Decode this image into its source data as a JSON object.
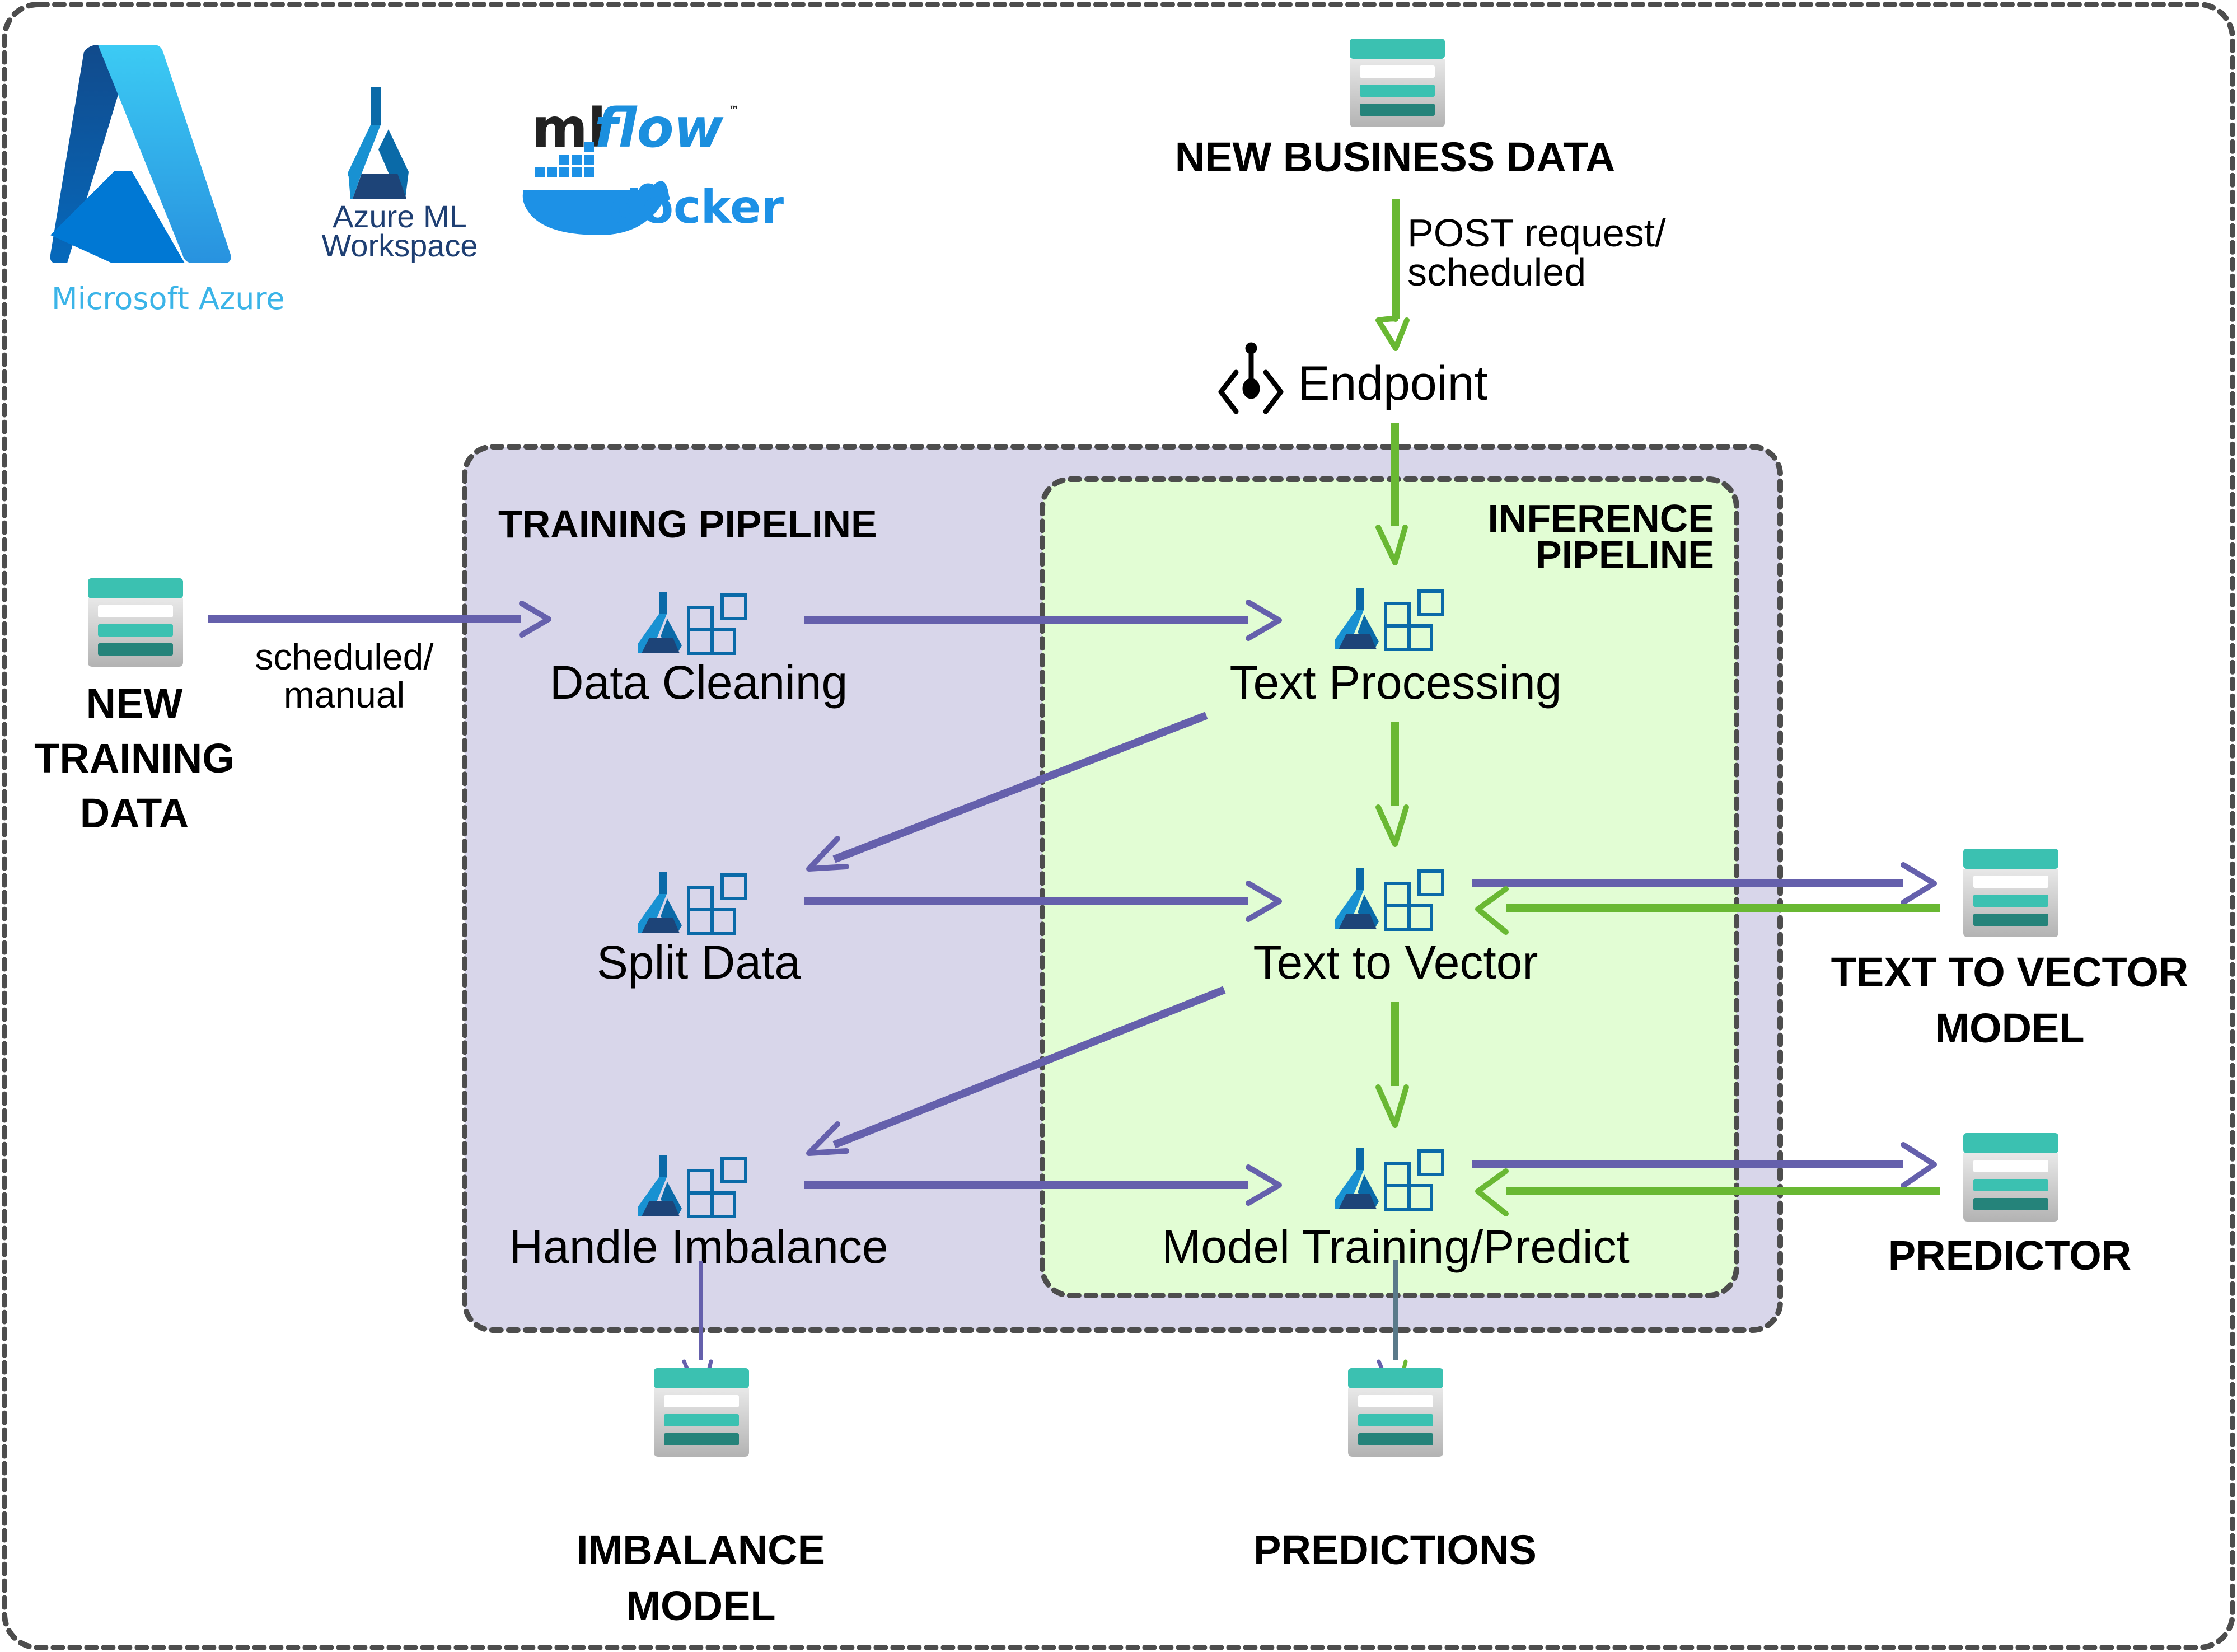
{
  "logos": {
    "microsoft_azure": "Microsoft Azure",
    "azure_ml_line1": "Azure ML",
    "azure_ml_line2": "Workspace",
    "mlflow_ml": "ml",
    "mlflow_flow": "flow",
    "mlflow_tm": "™",
    "docker": "docker"
  },
  "sources": {
    "new_business_data": "NEW BUSINESS DATA",
    "new_training_data": [
      "NEW",
      "TRAINING",
      "DATA"
    ]
  },
  "edge_labels": {
    "business_to_endpoint": [
      "POST request/",
      "scheduled"
    ],
    "training_to_cleaning": [
      "scheduled/",
      "manual"
    ]
  },
  "endpoint": {
    "label": "Endpoint",
    "icon": "api-endpoint-icon"
  },
  "pipelines": {
    "training": {
      "title": "TRAINING PIPELINE",
      "color": "#d8d6ea"
    },
    "inference": {
      "title_line1": "INFERENCE",
      "title_line2": "PIPELINE",
      "color": "#e2fdd4"
    }
  },
  "steps": {
    "data_cleaning": "Data Cleaning",
    "split_data": "Split Data",
    "handle_imbalance": "Handle Imbalance",
    "text_processing": "Text Processing",
    "text_to_vector": "Text to Vector",
    "model_training_predict": "Model Training/Predict"
  },
  "outputs": {
    "text_to_vector_model": [
      "TEXT TO VECTOR",
      "MODEL"
    ],
    "predictor": "PREDICTOR",
    "imbalance_model": [
      "IMBALANCE",
      "MODEL"
    ],
    "predictions": "PREDICTIONS"
  },
  "colors": {
    "training_flow": "#6560ac",
    "inference_flow": "#69b833",
    "storage_teal": "#3bc1b1",
    "storage_dark_teal": "#25837a",
    "azure_ml_blue": "#0a6aa8"
  }
}
